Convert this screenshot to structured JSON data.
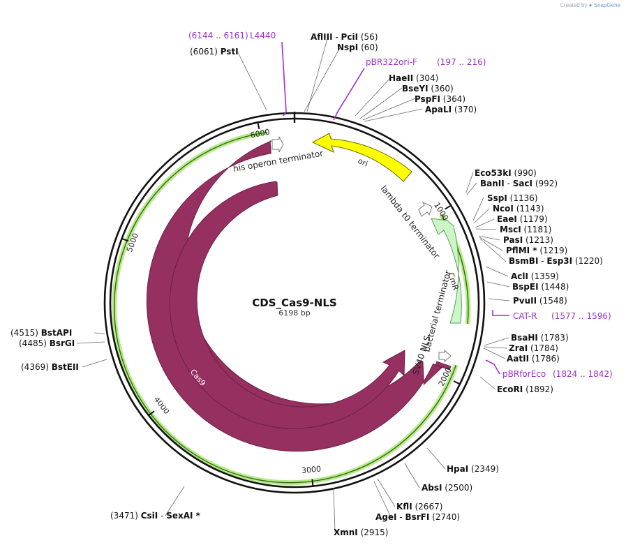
{
  "credit": {
    "prefix": "Created by",
    "brand": "SnapGene"
  },
  "plasmid": {
    "name": "CDS_Cas9-NLS",
    "length_label": "6198 bp",
    "length": 6198
  },
  "tick_labels": [
    {
      "pos": 1000,
      "text": "1000"
    },
    {
      "pos": 2000,
      "text": "2000"
    },
    {
      "pos": 3000,
      "text": "3000"
    },
    {
      "pos": 4000,
      "text": "4000"
    },
    {
      "pos": 5000,
      "text": "5000"
    },
    {
      "pos": 6000,
      "text": "6000"
    }
  ],
  "sites": [
    {
      "name": "PstI",
      "pos_text": "(6061)"
    },
    {
      "name": "AflIII",
      "sep": "-",
      "name2": "PciI",
      "pos_text": "(56)"
    },
    {
      "name": "NspI",
      "pos_text": "(60)"
    },
    {
      "name": "HaeII",
      "pos_text": "(304)"
    },
    {
      "name": "BseYI",
      "pos_text": "(360)"
    },
    {
      "name": "PspFI",
      "pos_text": "(364)"
    },
    {
      "name": "ApaLI",
      "pos_text": "(370)"
    },
    {
      "name": "Eco53kI",
      "pos_text": "(990)"
    },
    {
      "name": "BanII",
      "sep": "-",
      "name2": "SacI",
      "pos_text": "(992)"
    },
    {
      "name": "SspI",
      "pos_text": "(1136)"
    },
    {
      "name": "NcoI",
      "pos_text": "(1143)"
    },
    {
      "name": "EaeI",
      "pos_text": "(1179)"
    },
    {
      "name": "MscI",
      "pos_text": "(1181)"
    },
    {
      "name": "PasI",
      "pos_text": "(1213)"
    },
    {
      "name": "PflMI *",
      "pos_text": "(1219)"
    },
    {
      "name": "BsmBI",
      "sep": "-",
      "name2": "Esp3I",
      "pos_text": "(1220)"
    },
    {
      "name": "AclI",
      "pos_text": "(1359)"
    },
    {
      "name": "BspEI",
      "pos_text": "(1448)"
    },
    {
      "name": "PvuII",
      "pos_text": "(1548)"
    },
    {
      "name": "BsaHI",
      "pos_text": "(1783)"
    },
    {
      "name": "ZraI",
      "pos_text": "(1784)"
    },
    {
      "name": "AatII",
      "pos_text": "(1786)"
    },
    {
      "name": "EcoRI",
      "pos_text": "(1892)"
    },
    {
      "name": "HpaI",
      "pos_text": "(2349)"
    },
    {
      "name": "AbsI",
      "pos_text": "(2500)"
    },
    {
      "name": "KflI",
      "pos_text": "(2667)"
    },
    {
      "name": "AgeI",
      "sep": "-",
      "name2": "BsrFI",
      "pos_text": "(2740)"
    },
    {
      "name": "XmnI",
      "pos_text": "(2915)"
    },
    {
      "name": "CsiI",
      "sep": "-",
      "name2": "SexAI *",
      "pos_text": "(3471)"
    },
    {
      "name": "BstEII",
      "pos_text": "(4369)"
    },
    {
      "name": "BsrGI",
      "pos_text": "(4485)"
    },
    {
      "name": "BstAPI",
      "pos_text": "(4515)"
    }
  ],
  "primers": [
    {
      "name": "L4440",
      "range_text": "(6144 .. 6161)"
    },
    {
      "name": "pBR322ori-F",
      "range_text": "(197 .. 216)"
    },
    {
      "name": "CAT-R",
      "range_text": "(1577 .. 1596)"
    },
    {
      "name": "pBRforEco",
      "range_text": "(1824 .. 1842)"
    }
  ],
  "features": {
    "ori": "ori",
    "cmr": "CmR",
    "cas9_outer": "Cas9",
    "cas9_inner": "Cas9",
    "his_terminator": "his operon terminator",
    "lambda_terminator": "lambda t0 terminator",
    "bacterial_terminator": "bacterial terminator",
    "sv40_nls": "SV40 NLS"
  },
  "colors": {
    "cas9": "#953060",
    "ori": "#ffff00",
    "cmr": "#ccf5c9",
    "highlight": "#b9ea8a",
    "primer": "#9b30c9",
    "backbone": "#111111"
  }
}
